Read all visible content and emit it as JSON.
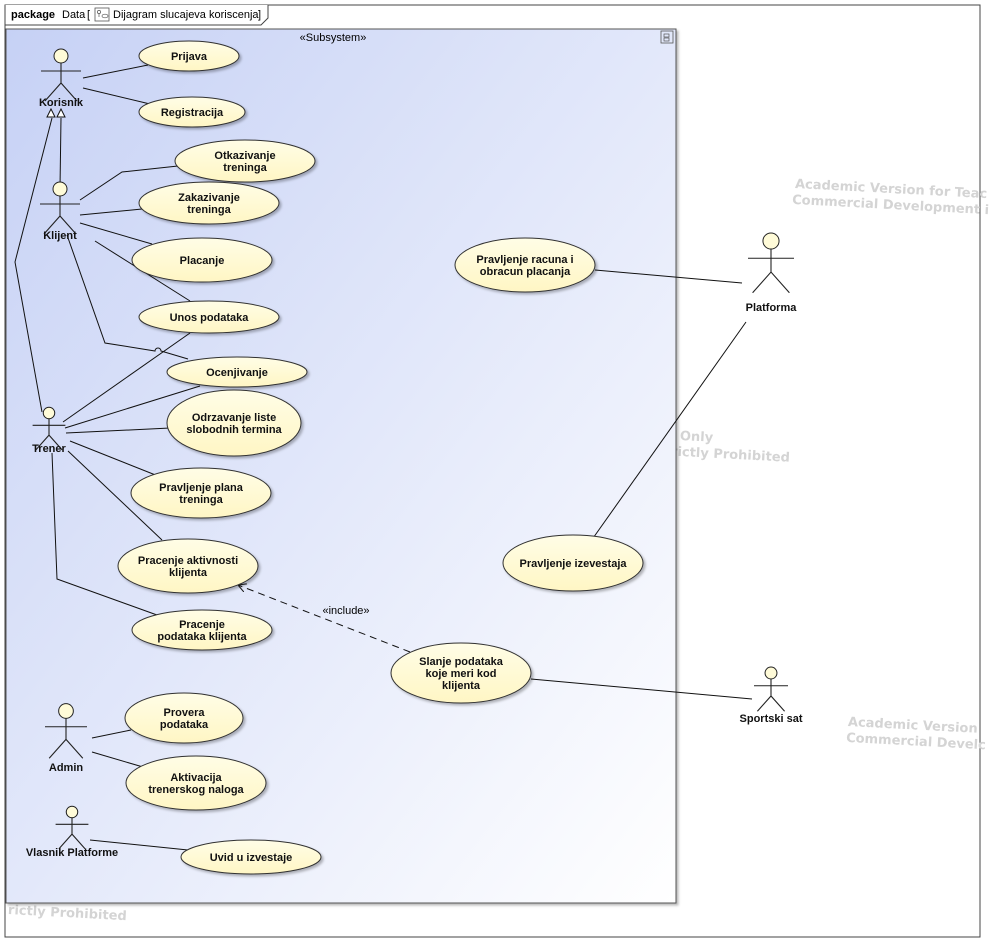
{
  "frame": {
    "keyword": "package",
    "name": "Data",
    "diagram_title": "Dijagram slucajeva koriscenja",
    "open_bracket": "[",
    "close_bracket": "]"
  },
  "subsystem": {
    "stereotype": "«Subsystem»"
  },
  "actors": {
    "korisnik": "Korisnik",
    "klijent": "Klijent",
    "trener": "Trener",
    "admin": "Admin",
    "vlasnik": "Vlasnik Platforme",
    "platforma": "Platforma",
    "sportski_sat": "Sportski sat"
  },
  "use_cases": {
    "prijava": [
      "Prijava"
    ],
    "registracija": [
      "Registracija"
    ],
    "otkazivanje": [
      "Otkazivanje",
      "treninga"
    ],
    "zakazivanje": [
      "Zakazivanje",
      "treninga"
    ],
    "placanje": [
      "Placanje"
    ],
    "unos": [
      "Unos podataka"
    ],
    "ocenjivanje": [
      "Ocenjivanje"
    ],
    "odrzavanje": [
      "Odrzavanje liste",
      "slobodnih termina"
    ],
    "plan": [
      "Pravljenje plana",
      "treninga"
    ],
    "pracenje_aktivnosti": [
      "Pracenje aktivnosti",
      "klijenta"
    ],
    "pracenje_podataka": [
      "Pracenje",
      "podataka klijenta"
    ],
    "provera": [
      "Provera",
      "podataka"
    ],
    "aktivacija": [
      "Aktivacija",
      "trenerskog naloga"
    ],
    "uvid": [
      "Uvid u izvestaje"
    ],
    "racun": [
      "Pravljenje racuna i",
      "obracun placanja"
    ],
    "izvestaji": [
      "Pravljenje izevestaja"
    ],
    "slanje": [
      "Slanje podataka",
      "koje meri kod",
      "klijenta"
    ]
  },
  "include_label": "«include»",
  "watermarks": {
    "wm1_line1": "Academic Version for Teac",
    "wm1_line2": "Commercial Development i",
    "wm2_line1": "Only",
    "wm2_line2": "rictly Prohibited",
    "wm3_line1": "Academic Version",
    "wm3_line2": "Commercial Develc",
    "wm4_line1": "rictly Prohibited"
  },
  "colors": {
    "usecase_fill": "#fffbd8",
    "usecase_stroke": "#303030",
    "subsystem_gradient_top": "#c9d3f5",
    "subsystem_gradient_bottom": "#ffffff",
    "actor_head_fill": "#fffbd8",
    "watermark": "#d4d4d4"
  }
}
